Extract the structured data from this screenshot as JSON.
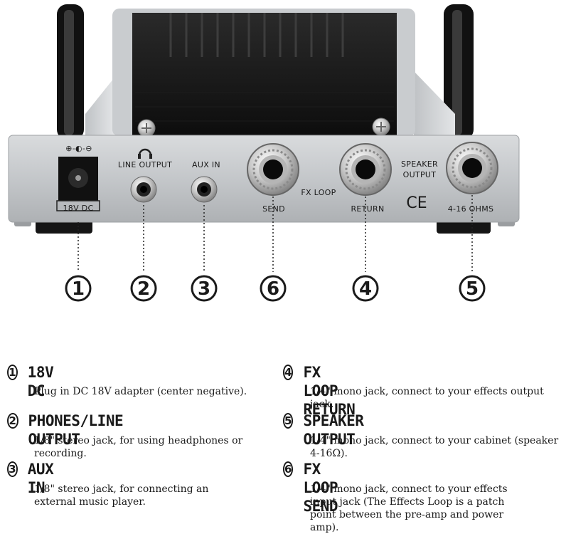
{
  "panel": {
    "dc_symbol": "⊕-◐-⊖",
    "dc_label": "18V DC",
    "line_output_label": "LINE OUTPUT",
    "aux_in_label": "AUX IN",
    "fx_loop_label": "FX LOOP",
    "send_label": "SEND",
    "return_label": "RETURN",
    "speaker_output_label_1": "SPEAKER",
    "speaker_output_label_2": "OUTPUT",
    "ce_mark": "CE",
    "ohms_label": "4-16 OHMS"
  },
  "callouts": [
    "1",
    "2",
    "3",
    "6",
    "4",
    "5"
  ],
  "legend": [
    {
      "num": "1",
      "title": "18V DC",
      "desc": "Plug in DC 18V adapter (center negative)."
    },
    {
      "num": "2",
      "title": "PHONES/LINE OUTPUT",
      "desc": "1/8\" stereo jack, for using headphones or recording."
    },
    {
      "num": "3",
      "title": "AUX IN",
      "desc": "1/8\" stereo jack, for connecting an external music player."
    },
    {
      "num": "4",
      "title": "FX LOOP RETURN",
      "desc": "1/4\" mono jack, connect to your effects output jack."
    },
    {
      "num": "5",
      "title": "SPEAKER OUTPUT",
      "desc": "1/4\" mono jack, connect to your cabinet (speaker 4-16Ω)."
    },
    {
      "num": "6",
      "title": "FX LOOP SEND",
      "desc": "1/4\" mono jack, connect to your effects input jack (The Effects Loop is a patch point between the pre-amp and power amp)."
    }
  ]
}
